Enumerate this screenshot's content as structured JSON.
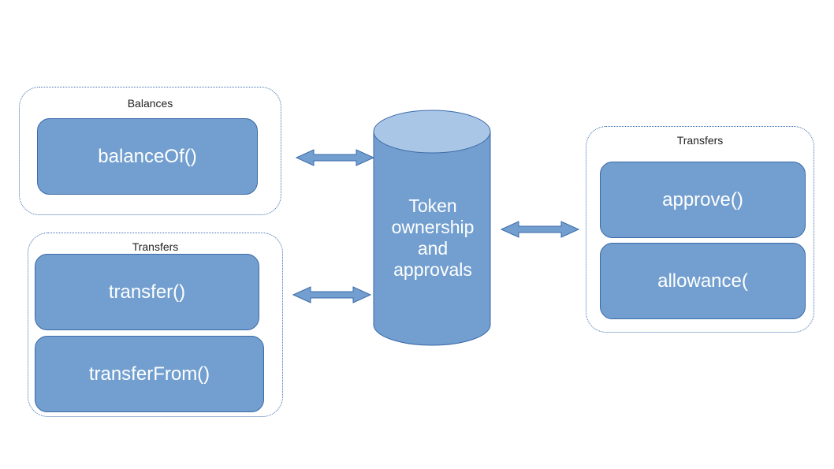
{
  "groups": {
    "balances": {
      "label": "Balances",
      "functions": [
        "balanceOf()"
      ]
    },
    "transfers_left": {
      "label": "Transfers",
      "functions": [
        "transfer()",
        "transferFrom()"
      ]
    },
    "transfers_right": {
      "label": "Transfers",
      "functions": [
        "approve()",
        "allowance("
      ]
    }
  },
  "store": {
    "lines": [
      "Token",
      "ownership",
      "and",
      "approvals"
    ]
  },
  "colors": {
    "fill": "#729fcf",
    "top_fill": "#a9c6e6",
    "stroke": "#3c6aa8",
    "group_border": "#3f6fb0"
  }
}
